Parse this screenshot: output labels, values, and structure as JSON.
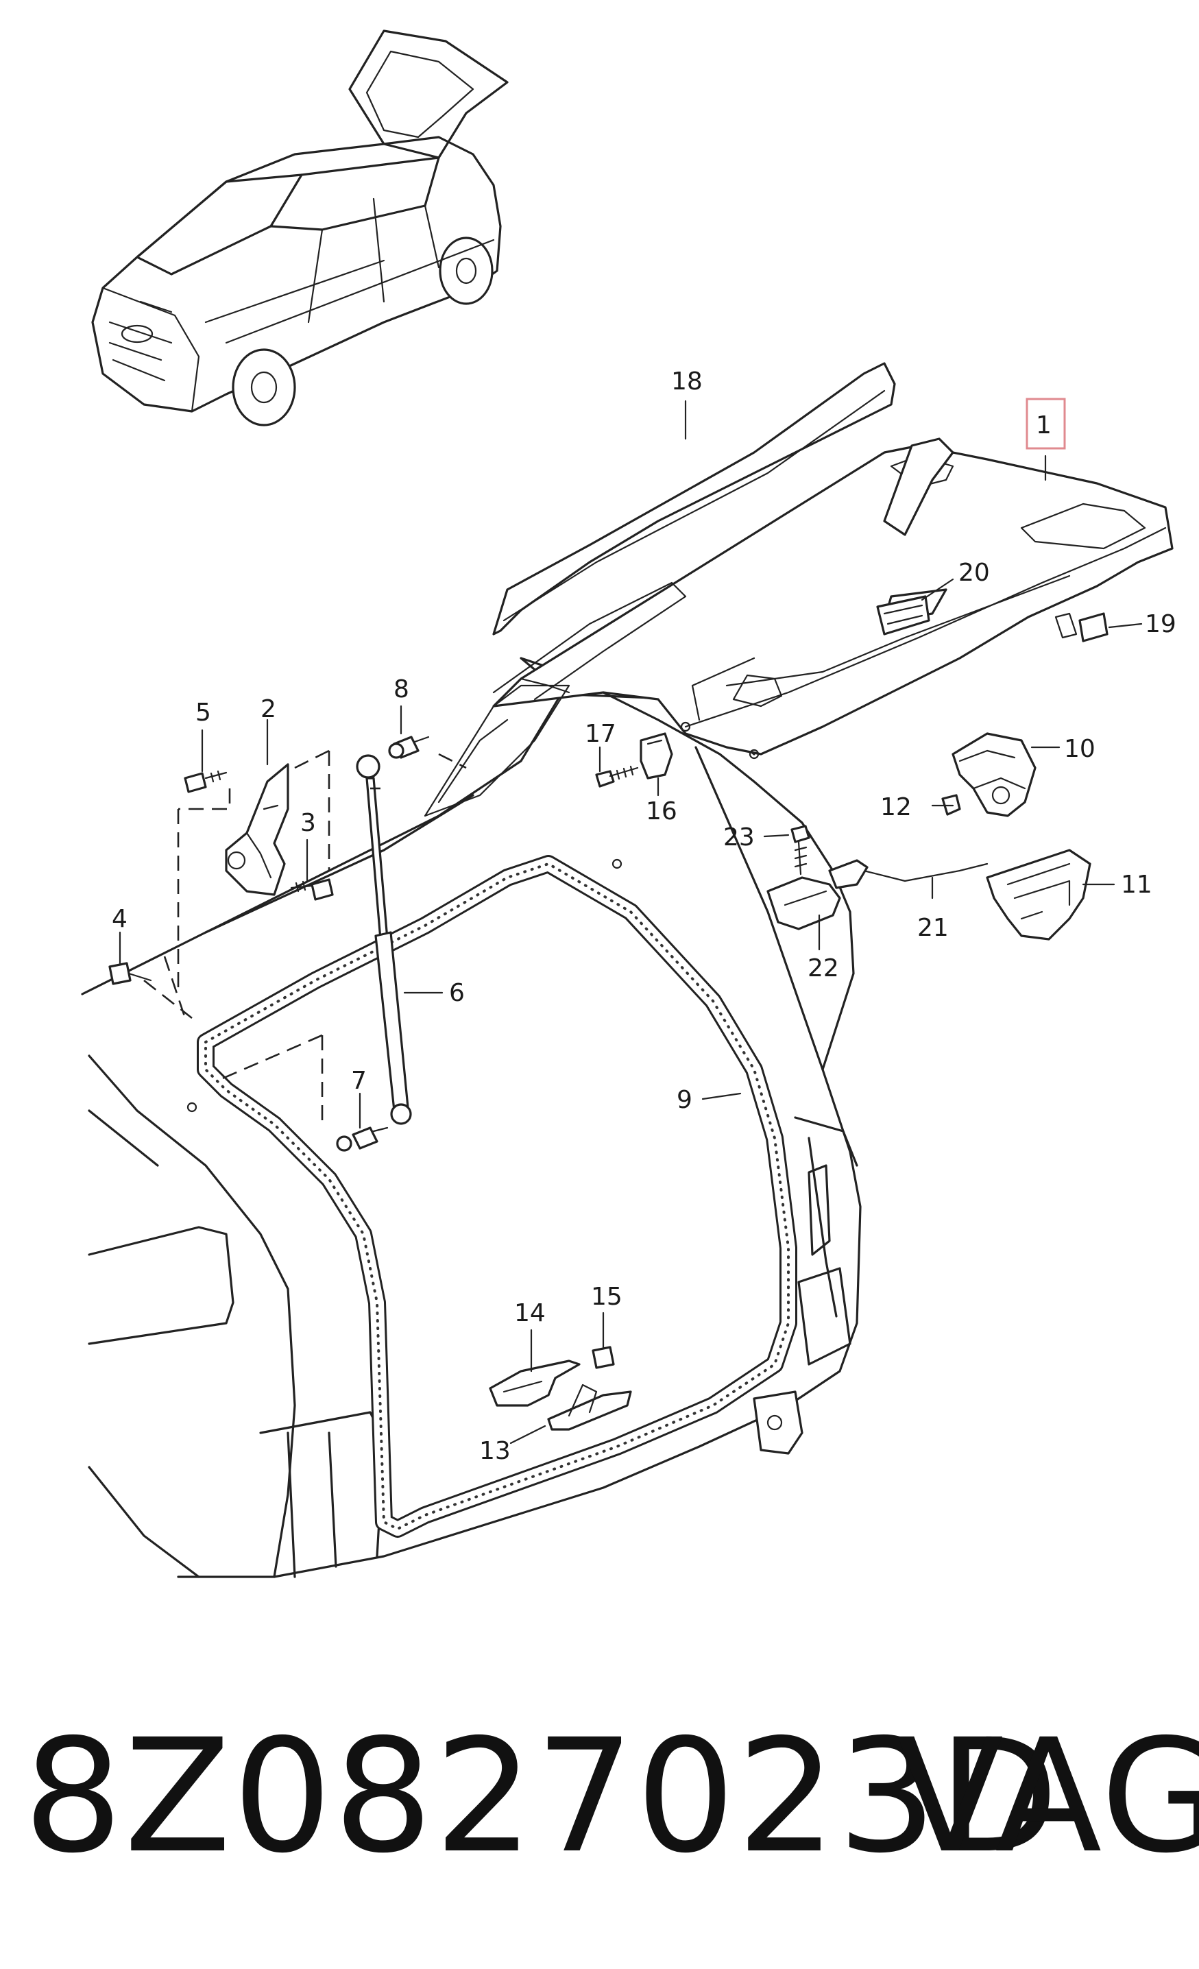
{
  "callouts": [
    {
      "id": "1",
      "text": "1",
      "highlighted": true
    },
    {
      "id": "2",
      "text": "2"
    },
    {
      "id": "3",
      "text": "3"
    },
    {
      "id": "4",
      "text": "4"
    },
    {
      "id": "5",
      "text": "5"
    },
    {
      "id": "6",
      "text": "6"
    },
    {
      "id": "7",
      "text": "7"
    },
    {
      "id": "8",
      "text": "8"
    },
    {
      "id": "9",
      "text": "9"
    },
    {
      "id": "10",
      "text": "10"
    },
    {
      "id": "11",
      "text": "11"
    },
    {
      "id": "12",
      "text": "12"
    },
    {
      "id": "13",
      "text": "13"
    },
    {
      "id": "14",
      "text": "14"
    },
    {
      "id": "15",
      "text": "15"
    },
    {
      "id": "16",
      "text": "16"
    },
    {
      "id": "17",
      "text": "17"
    },
    {
      "id": "18",
      "text": "18"
    },
    {
      "id": "19",
      "text": "19"
    },
    {
      "id": "20",
      "text": "20"
    },
    {
      "id": "21",
      "text": "21"
    },
    {
      "id": "22",
      "text": "22"
    },
    {
      "id": "23",
      "text": "23"
    }
  ],
  "footer": {
    "part_number": "8Z0827023D",
    "brand": "VAG"
  },
  "colors": {
    "line": "#222222",
    "highlight_box": "#e08a8f",
    "background": "#ffffff"
  }
}
